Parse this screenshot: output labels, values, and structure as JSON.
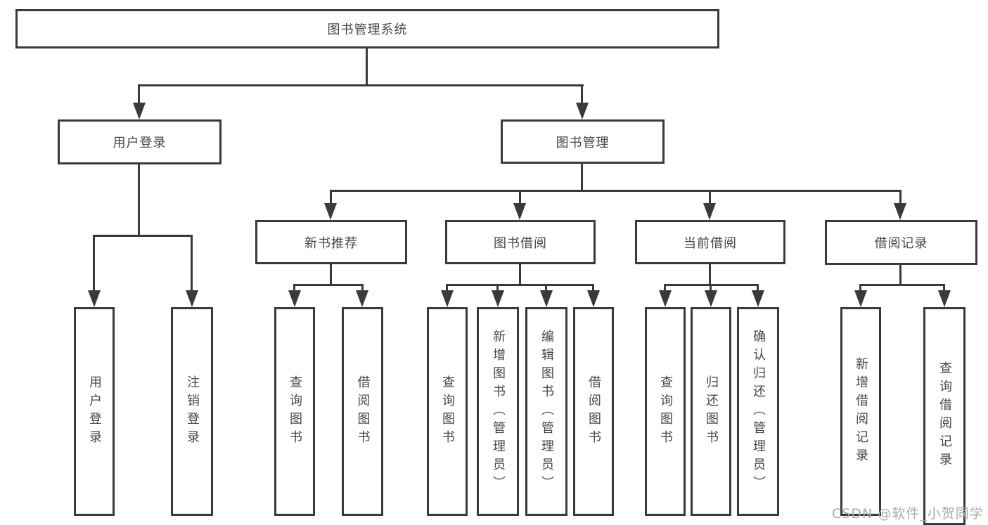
{
  "diagram": {
    "root": {
      "label": "图书管理系统"
    },
    "level2": {
      "user_login": {
        "label": "用户登录"
      },
      "book_mgmt": {
        "label": "图书管理"
      }
    },
    "level3": {
      "new_book_rec": {
        "label": "新书推荐"
      },
      "book_borrow": {
        "label": "图书借阅"
      },
      "current_borrow": {
        "label": "当前借阅"
      },
      "borrow_record": {
        "label": "借阅记录"
      }
    },
    "leaves": {
      "user_login": {
        "label": "用户登录"
      },
      "logout": {
        "label": "注销登录"
      },
      "query_book_1": {
        "label": "查询图书"
      },
      "borrow_book_1": {
        "label": "借阅图书"
      },
      "query_book_2": {
        "label": "查询图书"
      },
      "add_book": {
        "label": "新增图书（管理员）"
      },
      "edit_book": {
        "label": "编辑图书（管理员）"
      },
      "borrow_book_2": {
        "label": "借阅图书"
      },
      "query_book_3": {
        "label": "查询图书"
      },
      "return_book": {
        "label": "归还图书"
      },
      "confirm_return": {
        "label": "确认归还（管理员）"
      },
      "add_record": {
        "label": "新增借阅记录"
      },
      "query_record": {
        "label": "查询借阅记录"
      }
    },
    "colors": {
      "line": "#3a3a3a",
      "text": "#474747",
      "watermark": "#a9aaac"
    }
  },
  "watermark": {
    "text": "CSDN @软件_小贺同学"
  }
}
